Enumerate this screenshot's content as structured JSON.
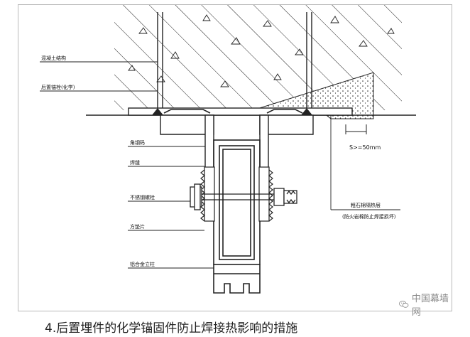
{
  "diagram": {
    "labels": {
      "top_left_1": "混凝土结构",
      "top_left_2": "后置锚栓(化学)",
      "right_1": "粗石棉隔热层",
      "right_2": "(防火岩棉防止焊接损坏)",
      "dim": "S>=50mm",
      "left_1": "角钢码",
      "left_2": "焊缝",
      "left_3": "不锈钢螺栓",
      "left_4": "方垫片",
      "left_5": "铝合金立柱"
    }
  },
  "caption": "4.后置埋件的化学锚固件防止焊接热影响的措施",
  "watermark": "中国幕墙网",
  "icons": {
    "watermark_logo": "wechat-icon"
  }
}
